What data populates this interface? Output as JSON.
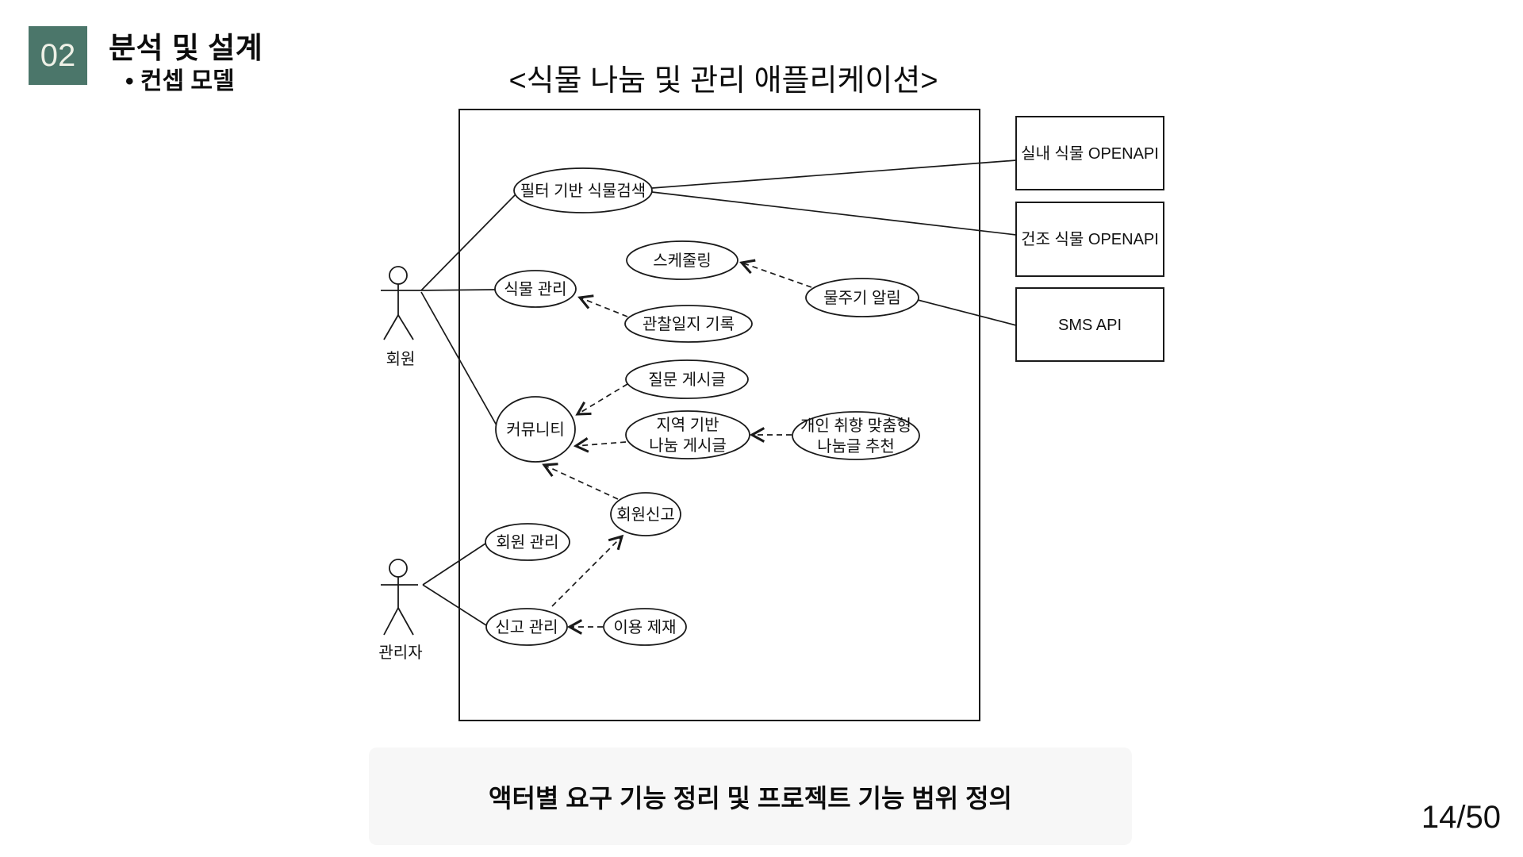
{
  "header": {
    "number": "02",
    "title": "분석 및 설계",
    "subtitle": "• 컨셉 모델",
    "accent_color": "#4b766a"
  },
  "diagram": {
    "title": "<식물 나눔 및 관리 애플리케이션>",
    "actors": [
      {
        "label": "회원"
      },
      {
        "label": "관리자"
      }
    ],
    "usecases": [
      {
        "label": "필터 기반 식물검색"
      },
      {
        "label": "스케줄링"
      },
      {
        "label": "식물 관리"
      },
      {
        "label": "관찰일지 기록"
      },
      {
        "label": "물주기 알림"
      },
      {
        "label": "질문 게시글"
      },
      {
        "label": "커뮤니티"
      },
      {
        "line1": "지역 기반",
        "line2": "나눔 게시글"
      },
      {
        "line1": "개인 취향 맞춤형",
        "line2": "나눔글 추천"
      },
      {
        "label": "회원신고"
      },
      {
        "label": "회원 관리"
      },
      {
        "label": "신고 관리"
      },
      {
        "label": "이용 제재"
      }
    ],
    "external_systems": [
      {
        "label": "실내 식물 OPENAPI"
      },
      {
        "label": "건조 식물 OPENAPI"
      },
      {
        "label": "SMS API"
      }
    ]
  },
  "caption": "액터별 요구 기능 정리 및 프로젝트 기능 범위 정의",
  "page_number": "14/50",
  "colors": {
    "line": "#1a1a1a",
    "caption_background": "#f7f7f7"
  }
}
